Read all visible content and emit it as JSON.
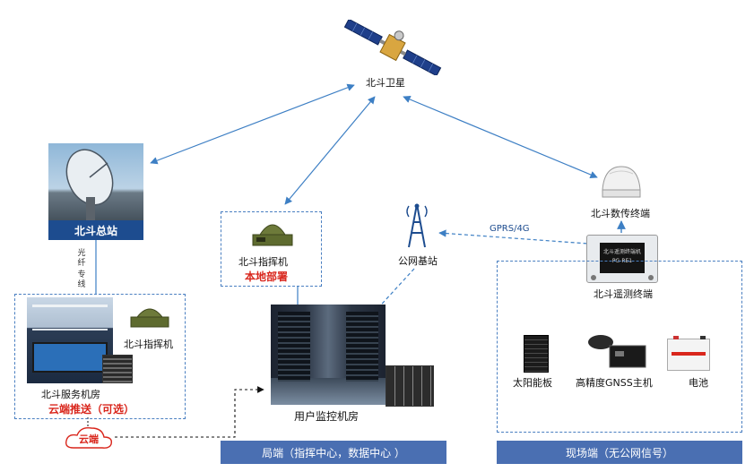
{
  "satellite": {
    "label": "北斗卫星"
  },
  "headquarters": {
    "label": "北斗总站"
  },
  "fiber": {
    "label_top": "光纤",
    "label_bottom": "专线"
  },
  "command_local": {
    "label": "北斗指挥机",
    "deploy_label": "本地部署"
  },
  "base_station": {
    "label": "公网基站"
  },
  "gprs": {
    "label": "GPRS/4G"
  },
  "data_terminal": {
    "label": "北斗数传终端"
  },
  "telemetry": {
    "label": "北斗遥测终端",
    "device_text": "北斗遥测终端机",
    "device_model": "PG-RE1"
  },
  "service_room": {
    "label": "北斗服务机房",
    "command_label": "北斗指挥机",
    "cloud_push_label": "云端推送（可选）"
  },
  "cloud": {
    "label": "云端"
  },
  "user_room": {
    "label": "用户监控机房"
  },
  "field": {
    "solar_label": "太阳能板",
    "gnss_label": "高精度GNSS主机",
    "battery_label": "电池"
  },
  "footers": {
    "local": "局端（指挥中心，数据中心 ）",
    "field": "现场端（无公网信号）"
  },
  "colors": {
    "arrow": "#3d7fc4",
    "box_dash": "#4a7fc1",
    "footer": "#4a6fb2",
    "red_text": "#d9261c"
  }
}
